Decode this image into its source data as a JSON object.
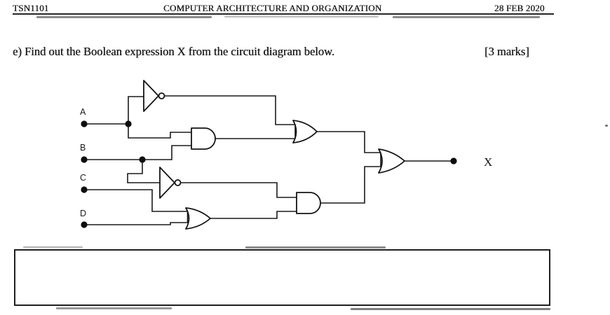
{
  "page": {
    "background": "#ffffff",
    "ink_color": "#1c1c1c"
  },
  "header": {
    "course_code": "TSN1101",
    "course_title": "COMPUTER ARCHITECTURE AND ORGANIZATION",
    "exam_date": "28 FEB 2020"
  },
  "question": {
    "text": "e) Find out the Boolean expression X from the circuit diagram below.",
    "marks": "[3 marks]"
  },
  "circuit": {
    "input_labels": [
      "A",
      "B",
      "C",
      "D"
    ],
    "output_label": "X",
    "gates": [
      {
        "id": "not1",
        "type": "NOT",
        "inputs": [
          "A"
        ]
      },
      {
        "id": "and1",
        "type": "AND",
        "inputs": [
          "A",
          "B"
        ]
      },
      {
        "id": "not2",
        "type": "NOT",
        "inputs": [
          "B"
        ]
      },
      {
        "id": "or2",
        "type": "OR",
        "inputs": [
          "C",
          "D"
        ]
      },
      {
        "id": "or1",
        "type": "OR",
        "inputs": [
          "not1.out",
          "and1.out"
        ]
      },
      {
        "id": "and2",
        "type": "AND",
        "inputs": [
          "not2.out",
          "or2.out"
        ]
      },
      {
        "id": "or3",
        "type": "OR",
        "inputs": [
          "or1.out",
          "and2.out"
        ],
        "output": "X"
      }
    ]
  },
  "answer_box": {
    "value": ""
  }
}
